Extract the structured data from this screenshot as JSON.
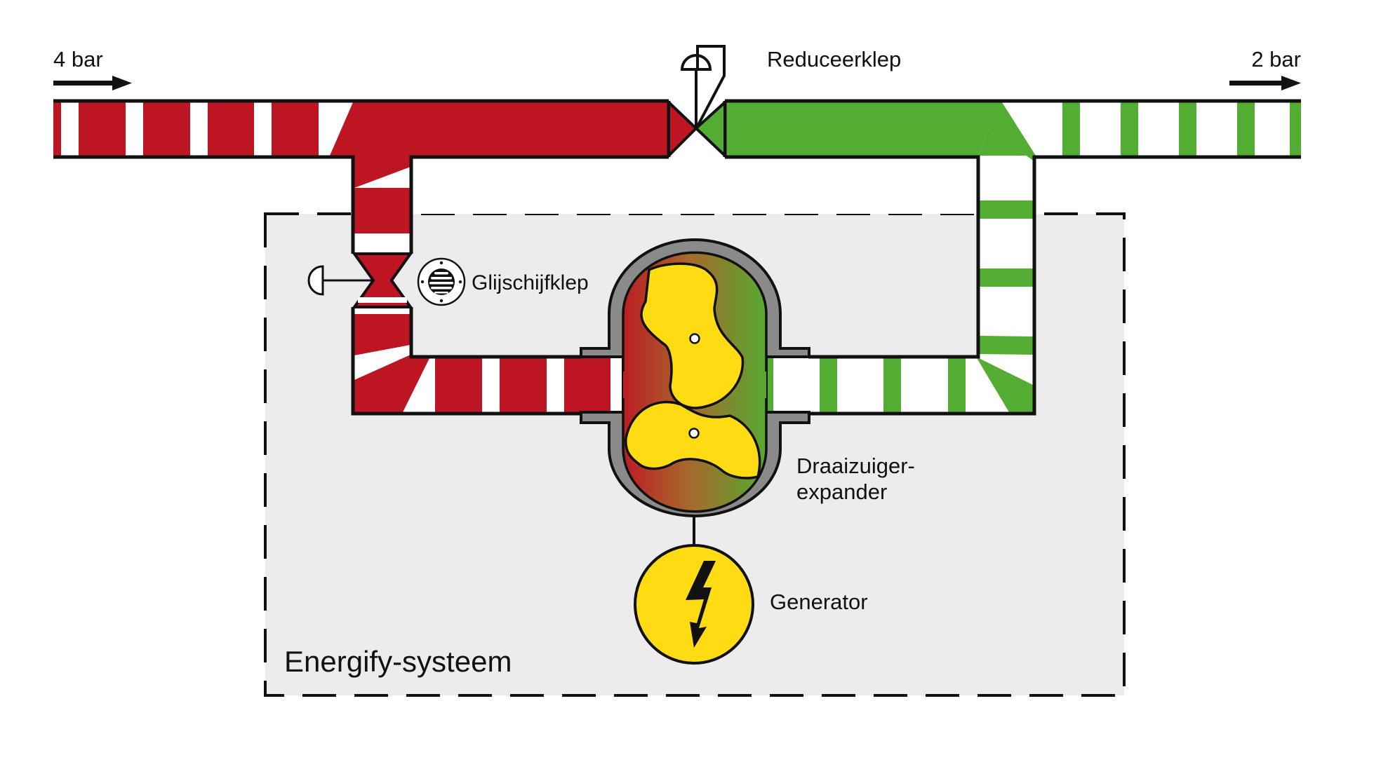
{
  "diagram": {
    "system_label": "Energify-systeem",
    "inlet": {
      "label": "4 bar"
    },
    "outlet": {
      "label": "2 bar"
    },
    "components": {
      "reducing_valve": {
        "label": "Reduceerklep"
      },
      "slide_valve": {
        "label": "Glijschijfklep"
      },
      "expander": {
        "label_line1": "Draaizuiger-",
        "label_line2": "expander"
      },
      "generator": {
        "label": "Generator"
      }
    },
    "colors": {
      "high_pressure": "#bd1622",
      "low_pressure": "#52ad32",
      "rotor": "#fedb12",
      "housing": "#8a8a8a",
      "system_box": "#ececec",
      "outline": "#111111"
    }
  }
}
